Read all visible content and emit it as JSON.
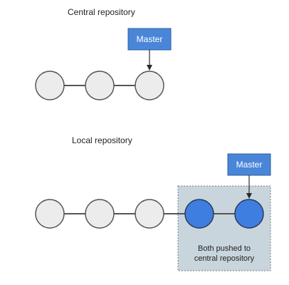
{
  "central": {
    "title": "Central repository",
    "branch_label": "Master"
  },
  "local": {
    "title": "Local repository",
    "branch_label": "Master",
    "note_lines": [
      "Both pushed to",
      "central repository"
    ]
  },
  "colors": {
    "commit_fill": "#ececec",
    "commit_stroke": "#555555",
    "new_commit_fill": "#3e7ee0",
    "new_commit_stroke": "#2a3a57",
    "label_fill": "#4a86d8",
    "label_stroke": "#2c5e9e",
    "highlight_fill": "#c9d5dc",
    "highlight_stroke": "#6f7f89",
    "edge": "#555555"
  }
}
